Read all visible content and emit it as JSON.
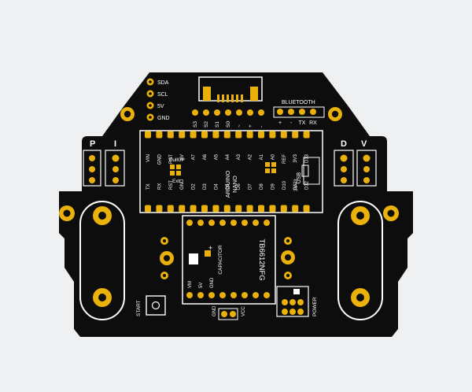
{
  "colors": {
    "background": "#eef0f2",
    "board": "#0d0d0d",
    "copper": "#e9b10a",
    "silk": "#ffffff"
  },
  "i2c_header": {
    "labels": [
      "SDA",
      "SCL",
      "5V",
      "GND"
    ]
  },
  "bluetooth": {
    "title": "BLUETOOTH",
    "pins": [
      "+",
      "-",
      "TX",
      "RX"
    ]
  },
  "sensor_pins": [
    "S3",
    "S2",
    "S1",
    "S0",
    "~",
    "+",
    "-"
  ],
  "nano": {
    "title_line1": "ARDUINO",
    "title_line2": "NANO",
    "usb_label": "USB",
    "power_label": "3V~3",
    "top_pins": [
      "VIN",
      "GND",
      "RST",
      "5V",
      "A7",
      "A6",
      "A5",
      "A4",
      "A3",
      "A2",
      "A1",
      "A0",
      "REF",
      "3V3",
      "D13"
    ],
    "bottom_pins": [
      "TX",
      "RX",
      "RST",
      "GND",
      "D2",
      "D3",
      "D4",
      "D5",
      "D6",
      "D7",
      "D8",
      "D9",
      "D10",
      "D11",
      "D12"
    ]
  },
  "pullup": {
    "line1": "PullUP",
    "line2": "Ext"
  },
  "pid": {
    "p": "P",
    "i": "I",
    "d": "D",
    "v": "V"
  },
  "driver": {
    "chip": "TB6612NFG",
    "capacitor": "CAPACITOR",
    "pins": [
      "VM",
      "5V",
      "GND"
    ]
  },
  "labels": {
    "start": "START",
    "power": "POWER",
    "gnd": "GND",
    "vcc": "VCC"
  }
}
